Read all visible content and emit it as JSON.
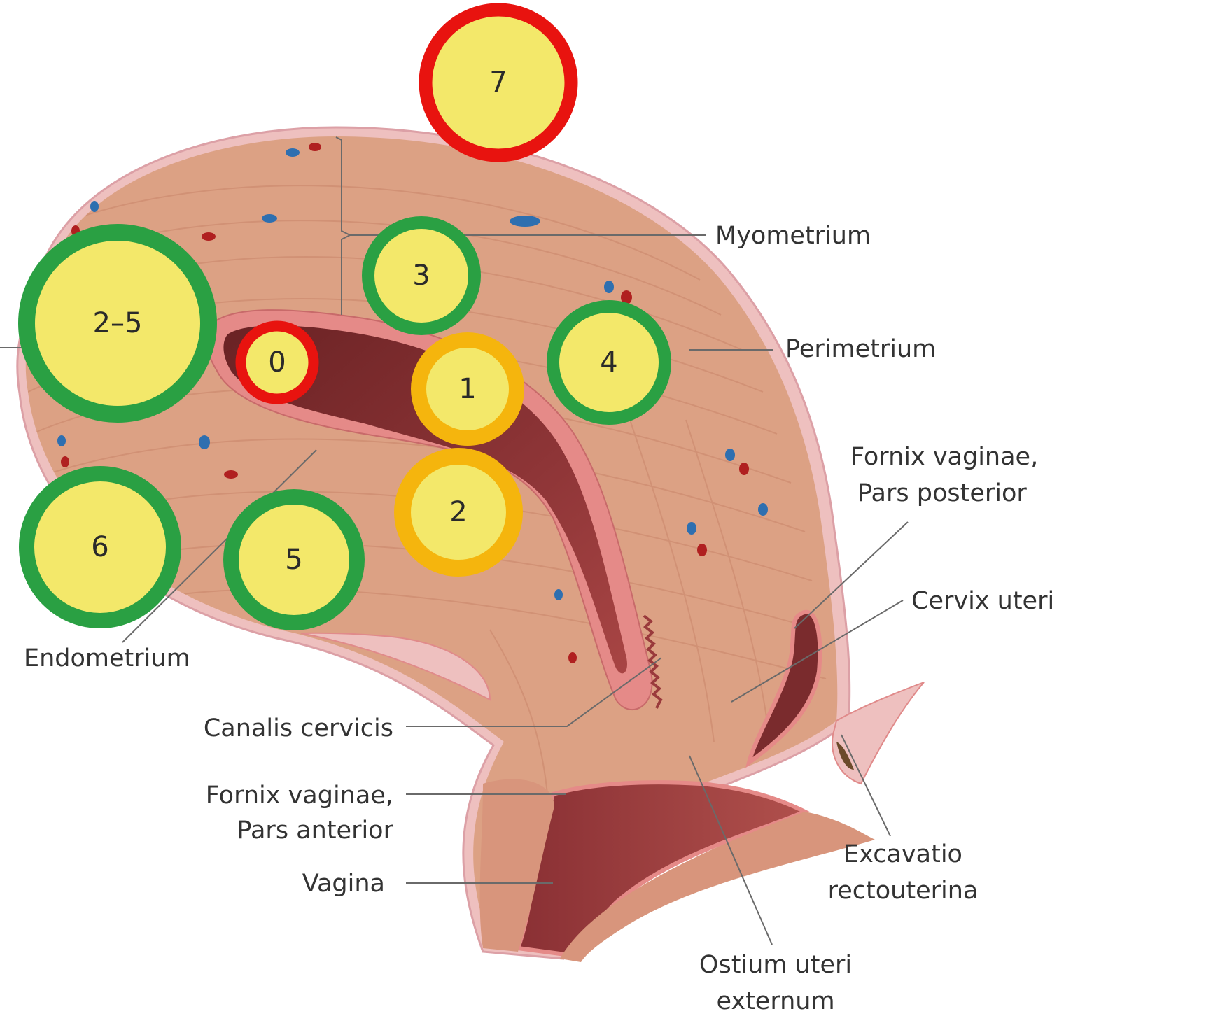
{
  "labels": {
    "myometrium": "Myometrium",
    "perimetrium": "Perimetrium",
    "fornix_posterior_1": "Fornix vaginae,",
    "fornix_posterior_2": "Pars posterior",
    "cervix_uteri": "Cervix uteri",
    "endometrium": "Endometrium",
    "canalis_cervicis": "Canalis cervicis",
    "fornix_anterior_1": "Fornix vaginae,",
    "fornix_anterior_2": "Pars anterior",
    "vagina": "Vagina",
    "excavatio_1": "Excavatio",
    "excavatio_2": "rectouterina",
    "ostium_1": "Ostium uteri",
    "ostium_2": "externum"
  },
  "markers": [
    {
      "id": "7",
      "label": "7",
      "ring_color": "#e8130f"
    },
    {
      "id": "3",
      "label": "3",
      "ring_color": "#2aa043"
    },
    {
      "id": "2-5",
      "label": "2–5",
      "ring_color": "#2aa043"
    },
    {
      "id": "0",
      "label": "0",
      "ring_color": "#e8130f"
    },
    {
      "id": "1",
      "label": "1",
      "ring_color": "#f5b50d"
    },
    {
      "id": "4",
      "label": "4",
      "ring_color": "#2aa043"
    },
    {
      "id": "2",
      "label": "2",
      "ring_color": "#f5b50d"
    },
    {
      "id": "6",
      "label": "6",
      "ring_color": "#2aa043"
    },
    {
      "id": "5",
      "label": "5",
      "ring_color": "#2aa043"
    }
  ],
  "colors": {
    "marker_fill": "#f3e86a",
    "tissue": "#dca184",
    "tissue_line": "#c27e64",
    "perimetrium": "#eec0bf",
    "endometrium": "#e58a88",
    "cavity": "#7a2b2d"
  }
}
